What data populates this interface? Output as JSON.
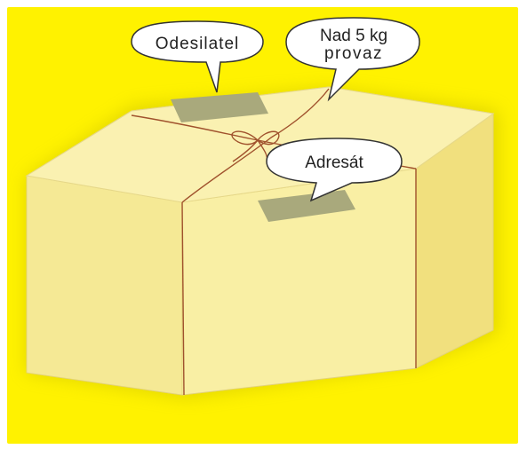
{
  "labels": {
    "sender": "Odesilatel",
    "weight_line1": "Nad 5 kg",
    "weight_line2": "provaz",
    "recipient": "Adresát"
  },
  "colors": {
    "background_yellow": "#fff200",
    "box_front": "#f7ec9c",
    "box_side": "#f3e48a",
    "box_top": "#faf1b1",
    "label_patch": "#a7a77a",
    "string": "#a0522d",
    "bubble_fill": "#ffffff",
    "bubble_stroke": "#333333"
  }
}
